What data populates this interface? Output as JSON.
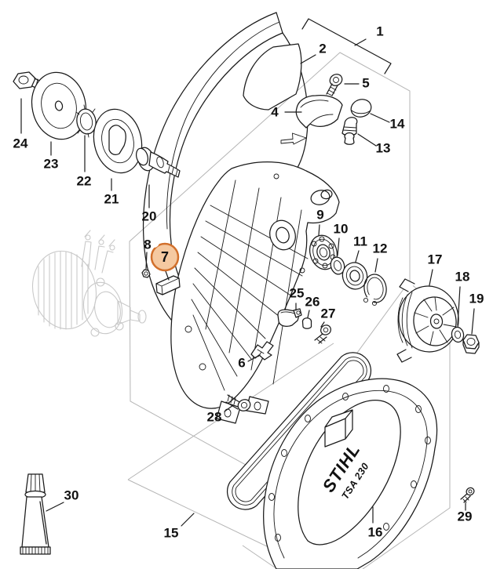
{
  "diagram": {
    "kind": "exploded-parts-diagram",
    "selected_callout": "7"
  },
  "colors": {
    "highlight_fill": "#F5C9A1",
    "highlight_stroke": "#D2702C",
    "line": "#1a1a1a",
    "ghost": "#c9c9c9",
    "boundary": "#b5b5b5"
  },
  "branding": {
    "brand": "STIHL",
    "model": "TSA 230"
  },
  "callouts": {
    "1": "1",
    "2": "2",
    "4": "4",
    "5": "5",
    "6": "6",
    "7": "7",
    "8": "8",
    "9": "9",
    "10": "10",
    "11": "11",
    "12": "12",
    "13": "13",
    "14": "14",
    "15": "15",
    "16": "16",
    "17": "17",
    "18": "18",
    "19": "19",
    "20": "20",
    "21": "21",
    "22": "22",
    "23": "23",
    "24": "24",
    "25": "25",
    "26": "26",
    "27": "27",
    "28": "28",
    "29": "29",
    "30": "30"
  }
}
